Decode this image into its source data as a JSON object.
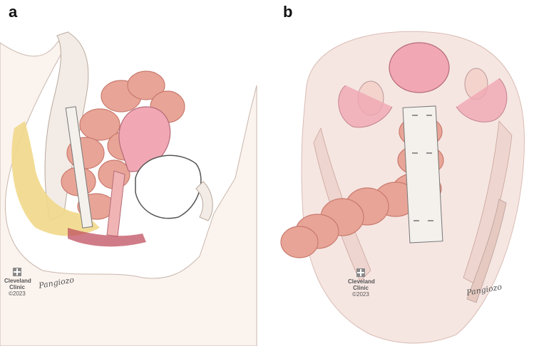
{
  "panels": [
    {
      "letter": "a",
      "logo": {
        "line1": "Cleveland",
        "line2": "Clinic",
        "year": "©2023"
      },
      "signature": "Pangiozo"
    },
    {
      "letter": "b",
      "logo": {
        "line1": "Cleveland",
        "line2": "Clinic",
        "year": "©2023"
      },
      "signature": "Pangiozo"
    }
  ],
  "colors": {
    "bowel": "#e8a597",
    "bowel_dark": "#c97a6e",
    "fat": "#f1d889",
    "bone": "#f3ece6",
    "uterus": "#f1a8b4",
    "mesh": "#f4f1ec",
    "muscle": "#c05060",
    "vessel": "#e6c9c0"
  }
}
